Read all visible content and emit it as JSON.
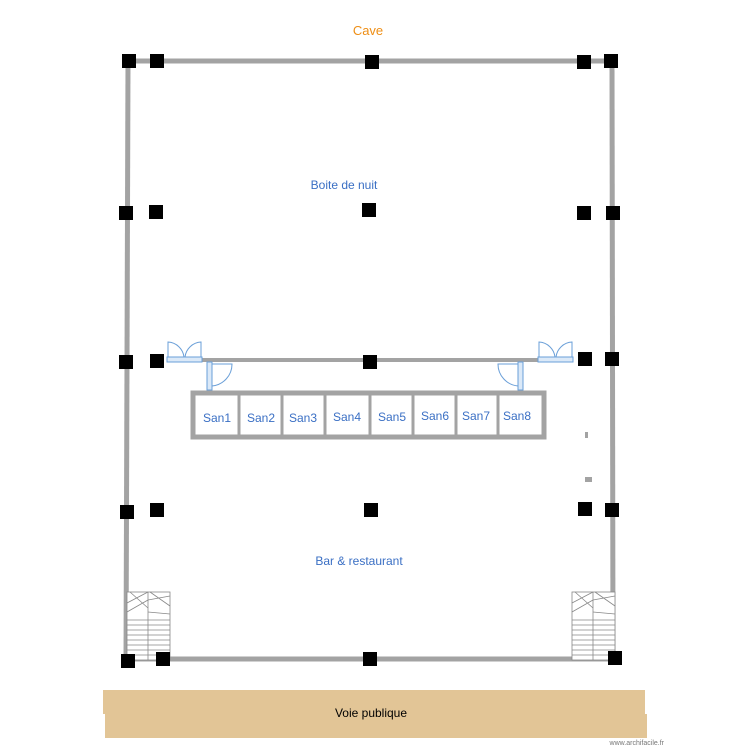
{
  "plan": {
    "title": "Cave",
    "rooms": {
      "nightclub": "Boite de nuit",
      "bar": "Bar & restaurant"
    },
    "sanitaires": [
      "San1",
      "San2",
      "San3",
      "San4",
      "San5",
      "San6",
      "San7",
      "San8"
    ],
    "street": "Voie publique",
    "watermark": "www.archifacile.fr"
  },
  "colors": {
    "title": "#ee8e15",
    "room_label": "#3a6fc4",
    "wall": "#a3a3a3",
    "pillar": "#000000",
    "street": "#e2c596",
    "door": "#6a9fd8"
  }
}
